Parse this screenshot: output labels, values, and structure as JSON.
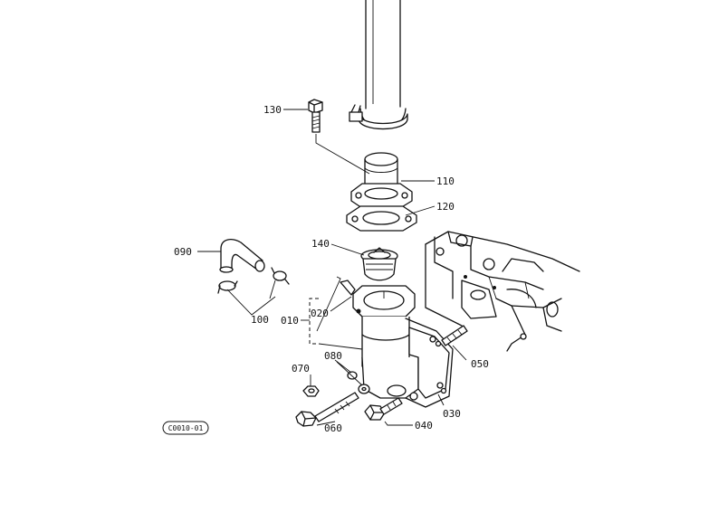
{
  "diagram": {
    "labels": {
      "p130": "130",
      "p110": "110",
      "p120": "120",
      "p140": "140",
      "p090": "090",
      "p100": "100",
      "p010": "010",
      "p020": "020",
      "p080": "080",
      "p070": "070",
      "p050": "050",
      "p030": "030",
      "p040": "040",
      "p060": "060"
    },
    "figure_code": "C0010-01"
  }
}
